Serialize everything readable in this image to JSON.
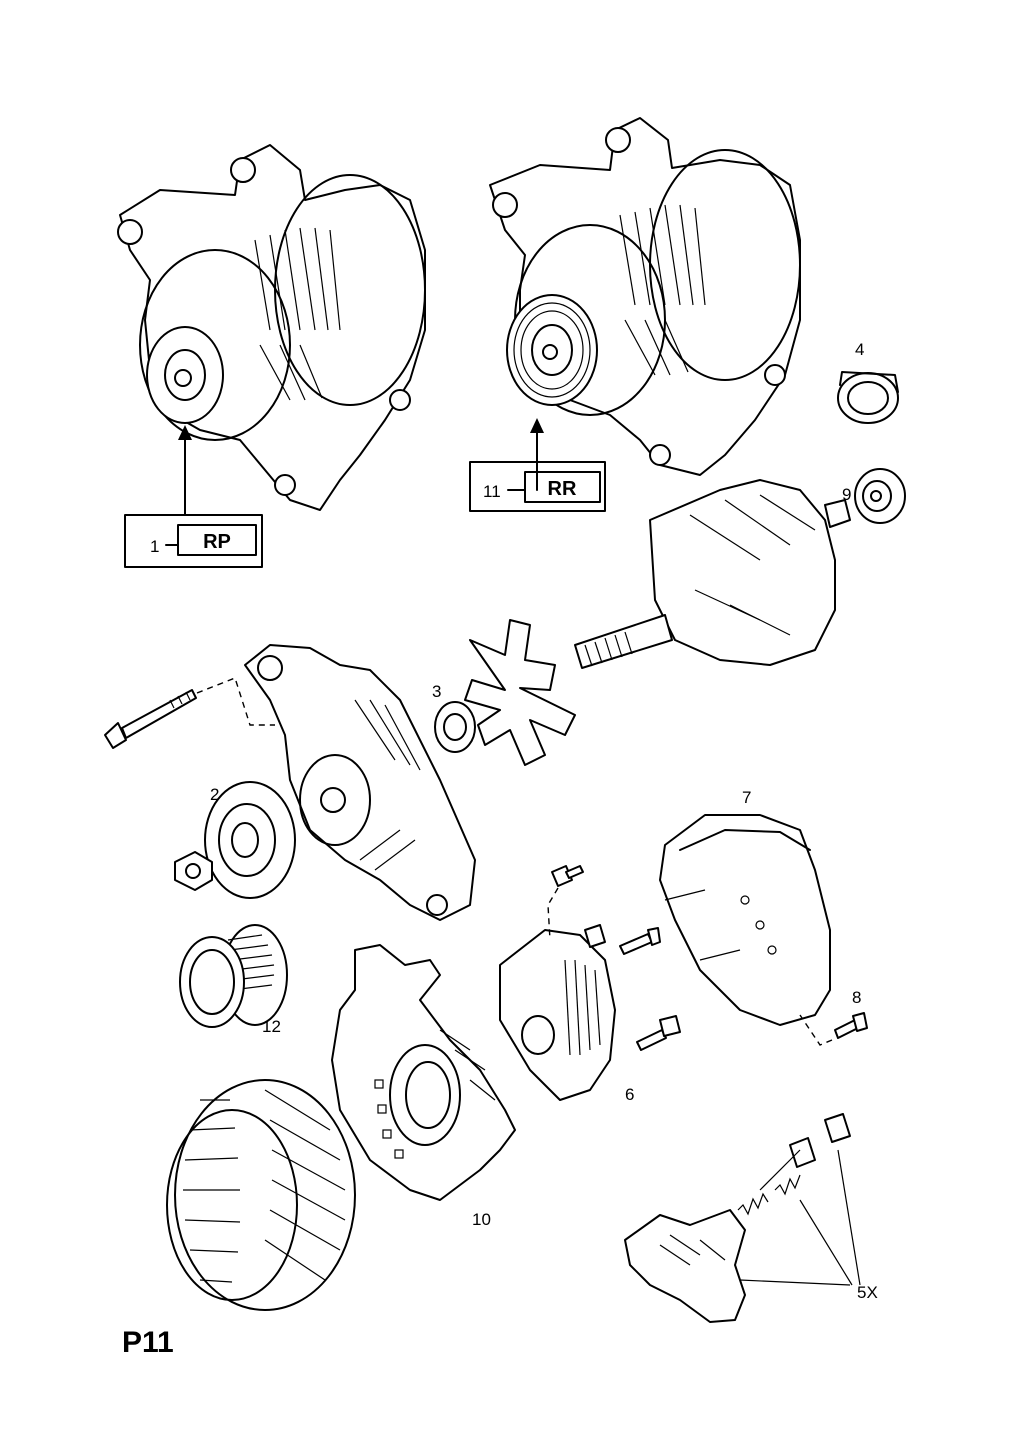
{
  "page_code": "P11",
  "callouts": {
    "alt1": {
      "number": "1",
      "code": "RP"
    },
    "alt11": {
      "number": "11",
      "code": "RR"
    }
  },
  "labels": {
    "p2": "2",
    "p3": "3",
    "p4": "4",
    "p5x": "5X",
    "p6": "6",
    "p7": "7",
    "p8": "8",
    "p9": "9",
    "p10": "10",
    "p12": "12"
  }
}
